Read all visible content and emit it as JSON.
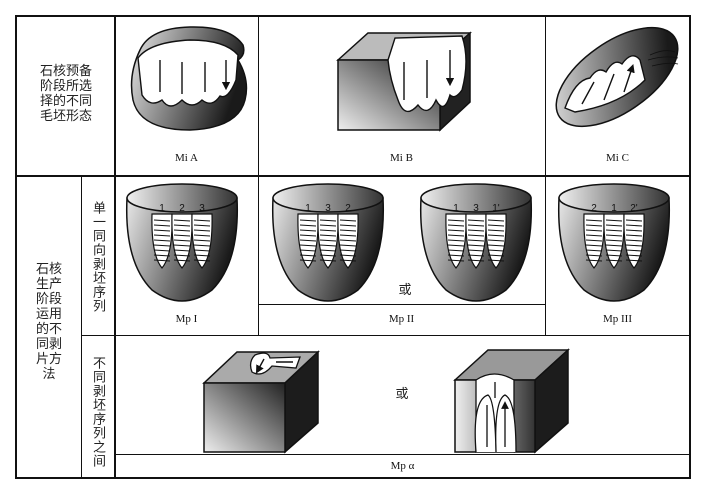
{
  "row_headers": {
    "preparation": "石核预备阶段所选择的不同毛坯形态",
    "production": "石核生产阶段运用的不同剥片方法",
    "single_sequence": "单一同向剥坯序列",
    "between_sequences": "不同剥坯序列之间"
  },
  "captions": {
    "mi_a": "Mi A",
    "mi_b": "Mi B",
    "mi_c": "Mi C",
    "mp_1": "Mp I",
    "mp_2": "Mp II",
    "mp_3": "Mp III",
    "mp_alpha": "Mp α"
  },
  "or_label": "或",
  "bowl_labels": {
    "mp_1": [
      "1",
      "2",
      "3"
    ],
    "mp_2a": [
      "1",
      "3",
      "2"
    ],
    "mp_2b": [
      "1",
      "3",
      "1'"
    ],
    "mp_3": [
      "2",
      "1",
      "2'"
    ]
  }
}
